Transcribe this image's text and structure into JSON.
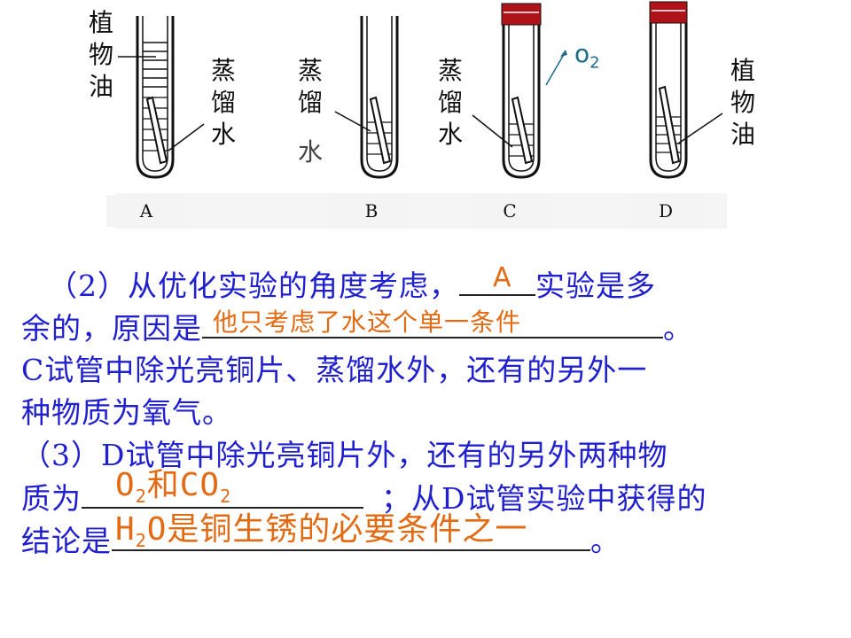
{
  "figure": {
    "labels": {
      "oil_a": "植\n物\n油",
      "water_a": "蒸\n馏\n水",
      "water_b_top": "蒸\n馏",
      "water_b_bottom": "水",
      "water_c": "蒸\n馏\n水",
      "oil_d": "植\n物\n油",
      "o2_base": "o",
      "o2_sub": "2"
    },
    "tube_letters": [
      "A",
      "B",
      "C",
      "D"
    ]
  },
  "text": {
    "q2_prefix": "（2）从优化实验的角度考虑，",
    "q2_after_blank": "实验是多",
    "q2_line2_prefix": "余的，原因是",
    "q2_line2_end": "。",
    "q2_line3": "C试管中除光亮铜片、蒸馏水外，还有的另外一",
    "q2_line4": "种物质为氧气。",
    "q3_line1": "（3）D试管中除光亮铜片外，还有的另外两种物",
    "q3_line2_prefix": "质为",
    "q3_line2_suffix": "；从D试管实验中获得的",
    "q3_line3_prefix": "结论是",
    "q3_line3_end": "。"
  },
  "answers": {
    "a1": "A",
    "a2": "他只考虑了水这个单一条件",
    "a3_p1": "O",
    "a3_s1": "2",
    "a3_p2": "和CO",
    "a3_s2": "2",
    "a4_p1": "H",
    "a4_s1": "2",
    "a4_p2": "O是铜生锈的必要条件之一"
  }
}
